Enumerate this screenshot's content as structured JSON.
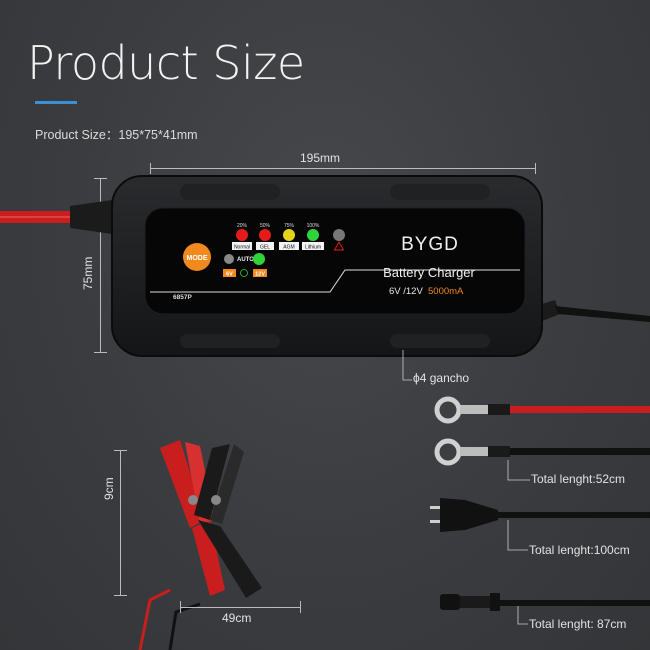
{
  "header": {
    "title": "Product Size",
    "spec_label": "Product Size：",
    "spec_value": "195*75*41mm"
  },
  "dimensions": {
    "width": "195mm",
    "height": "75mm",
    "clamp_height": "9cm",
    "clamp_width": "49cm"
  },
  "charger": {
    "brand": "BYGD",
    "name": "Battery Charger",
    "voltage": "6V /12V",
    "current": "5000mA",
    "model": "6857P",
    "mode_button": "MODE",
    "auto_label": "AUTO",
    "percents": [
      "20%",
      "50%",
      "75%",
      "100%"
    ],
    "modes": [
      "Normal",
      "GEL",
      "AGM",
      "Lithium"
    ],
    "volt_tags": [
      "6V",
      "12V"
    ],
    "colors": {
      "red": "#e51b1b",
      "yellow": "#e8d21a",
      "green": "#2fd33a",
      "orange": "#f08a1e",
      "red_cable": "#c91e1e"
    }
  },
  "accessories": {
    "ring_hole": "ϕ4 gancho",
    "ring_length": "Total lenght:52cm",
    "plug_length": "Total lenght:100cm",
    "sae_length": "Total lenght:  87cm"
  }
}
